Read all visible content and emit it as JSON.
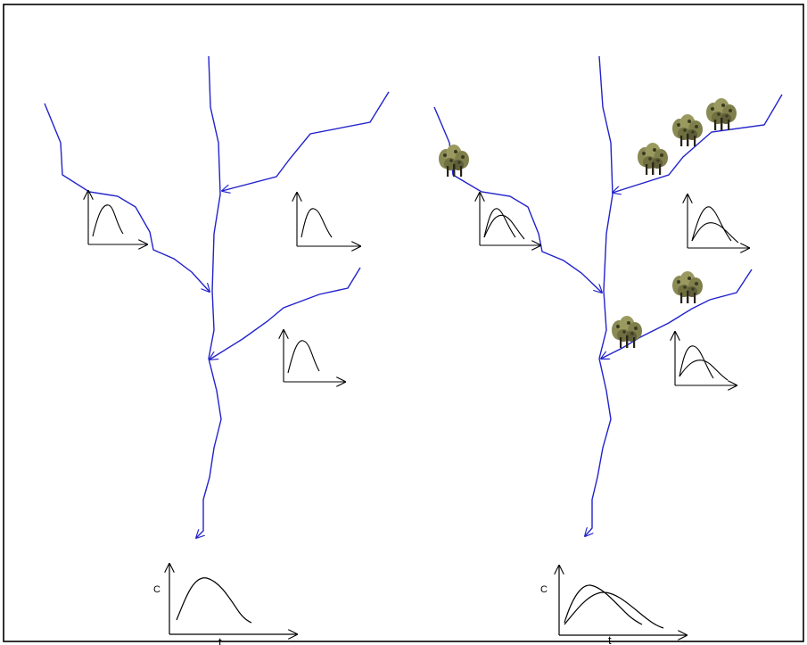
{
  "colors": {
    "river": "#2222cc",
    "curve": "#000000",
    "axis": "#000000",
    "border": "#000000",
    "tree_foliage": "#8a8a55",
    "tree_dark": "#3a3a22",
    "tree_trunk": "#2a2418"
  },
  "labels": {
    "left_y_axis": "C",
    "left_x_axis": "t",
    "right_y_axis": "C",
    "right_x_axis": "t"
  },
  "icons": {
    "tree": "tree-cluster-icon"
  }
}
